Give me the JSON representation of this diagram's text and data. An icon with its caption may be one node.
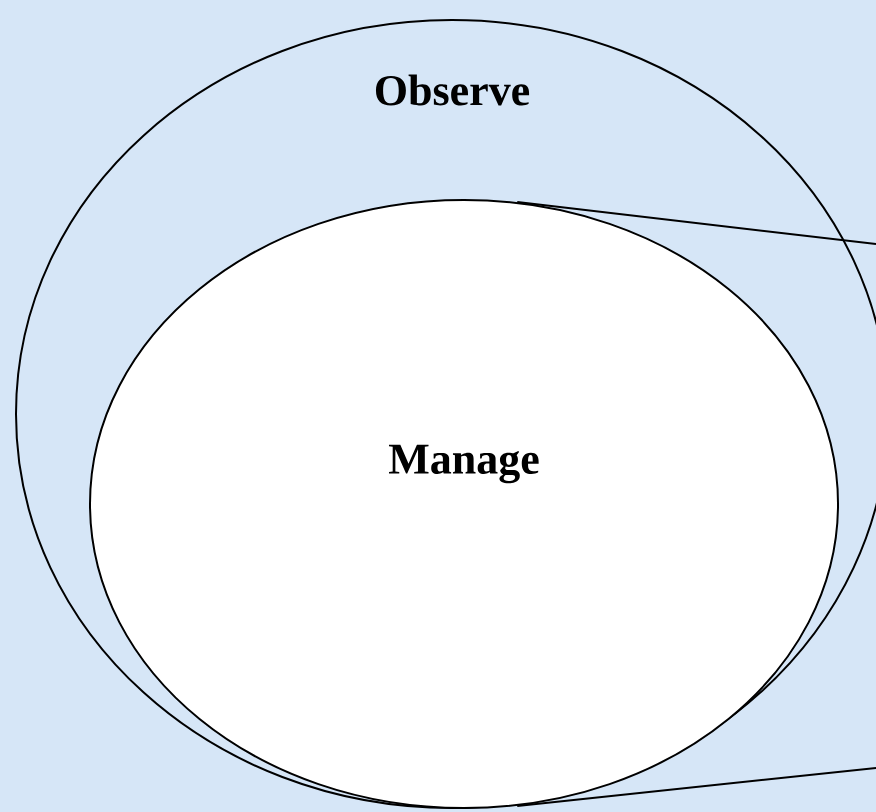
{
  "diagram": {
    "nodes": [
      {
        "text": [
          "Observe"
        ]
      },
      {
        "text": [
          "Manage"
        ]
      }
    ],
    "edges": [
      {
        "from": 1,
        "to": null,
        "arrow": "none"
      },
      {
        "from": 1,
        "to": null,
        "arrow": "none"
      }
    ]
  }
}
